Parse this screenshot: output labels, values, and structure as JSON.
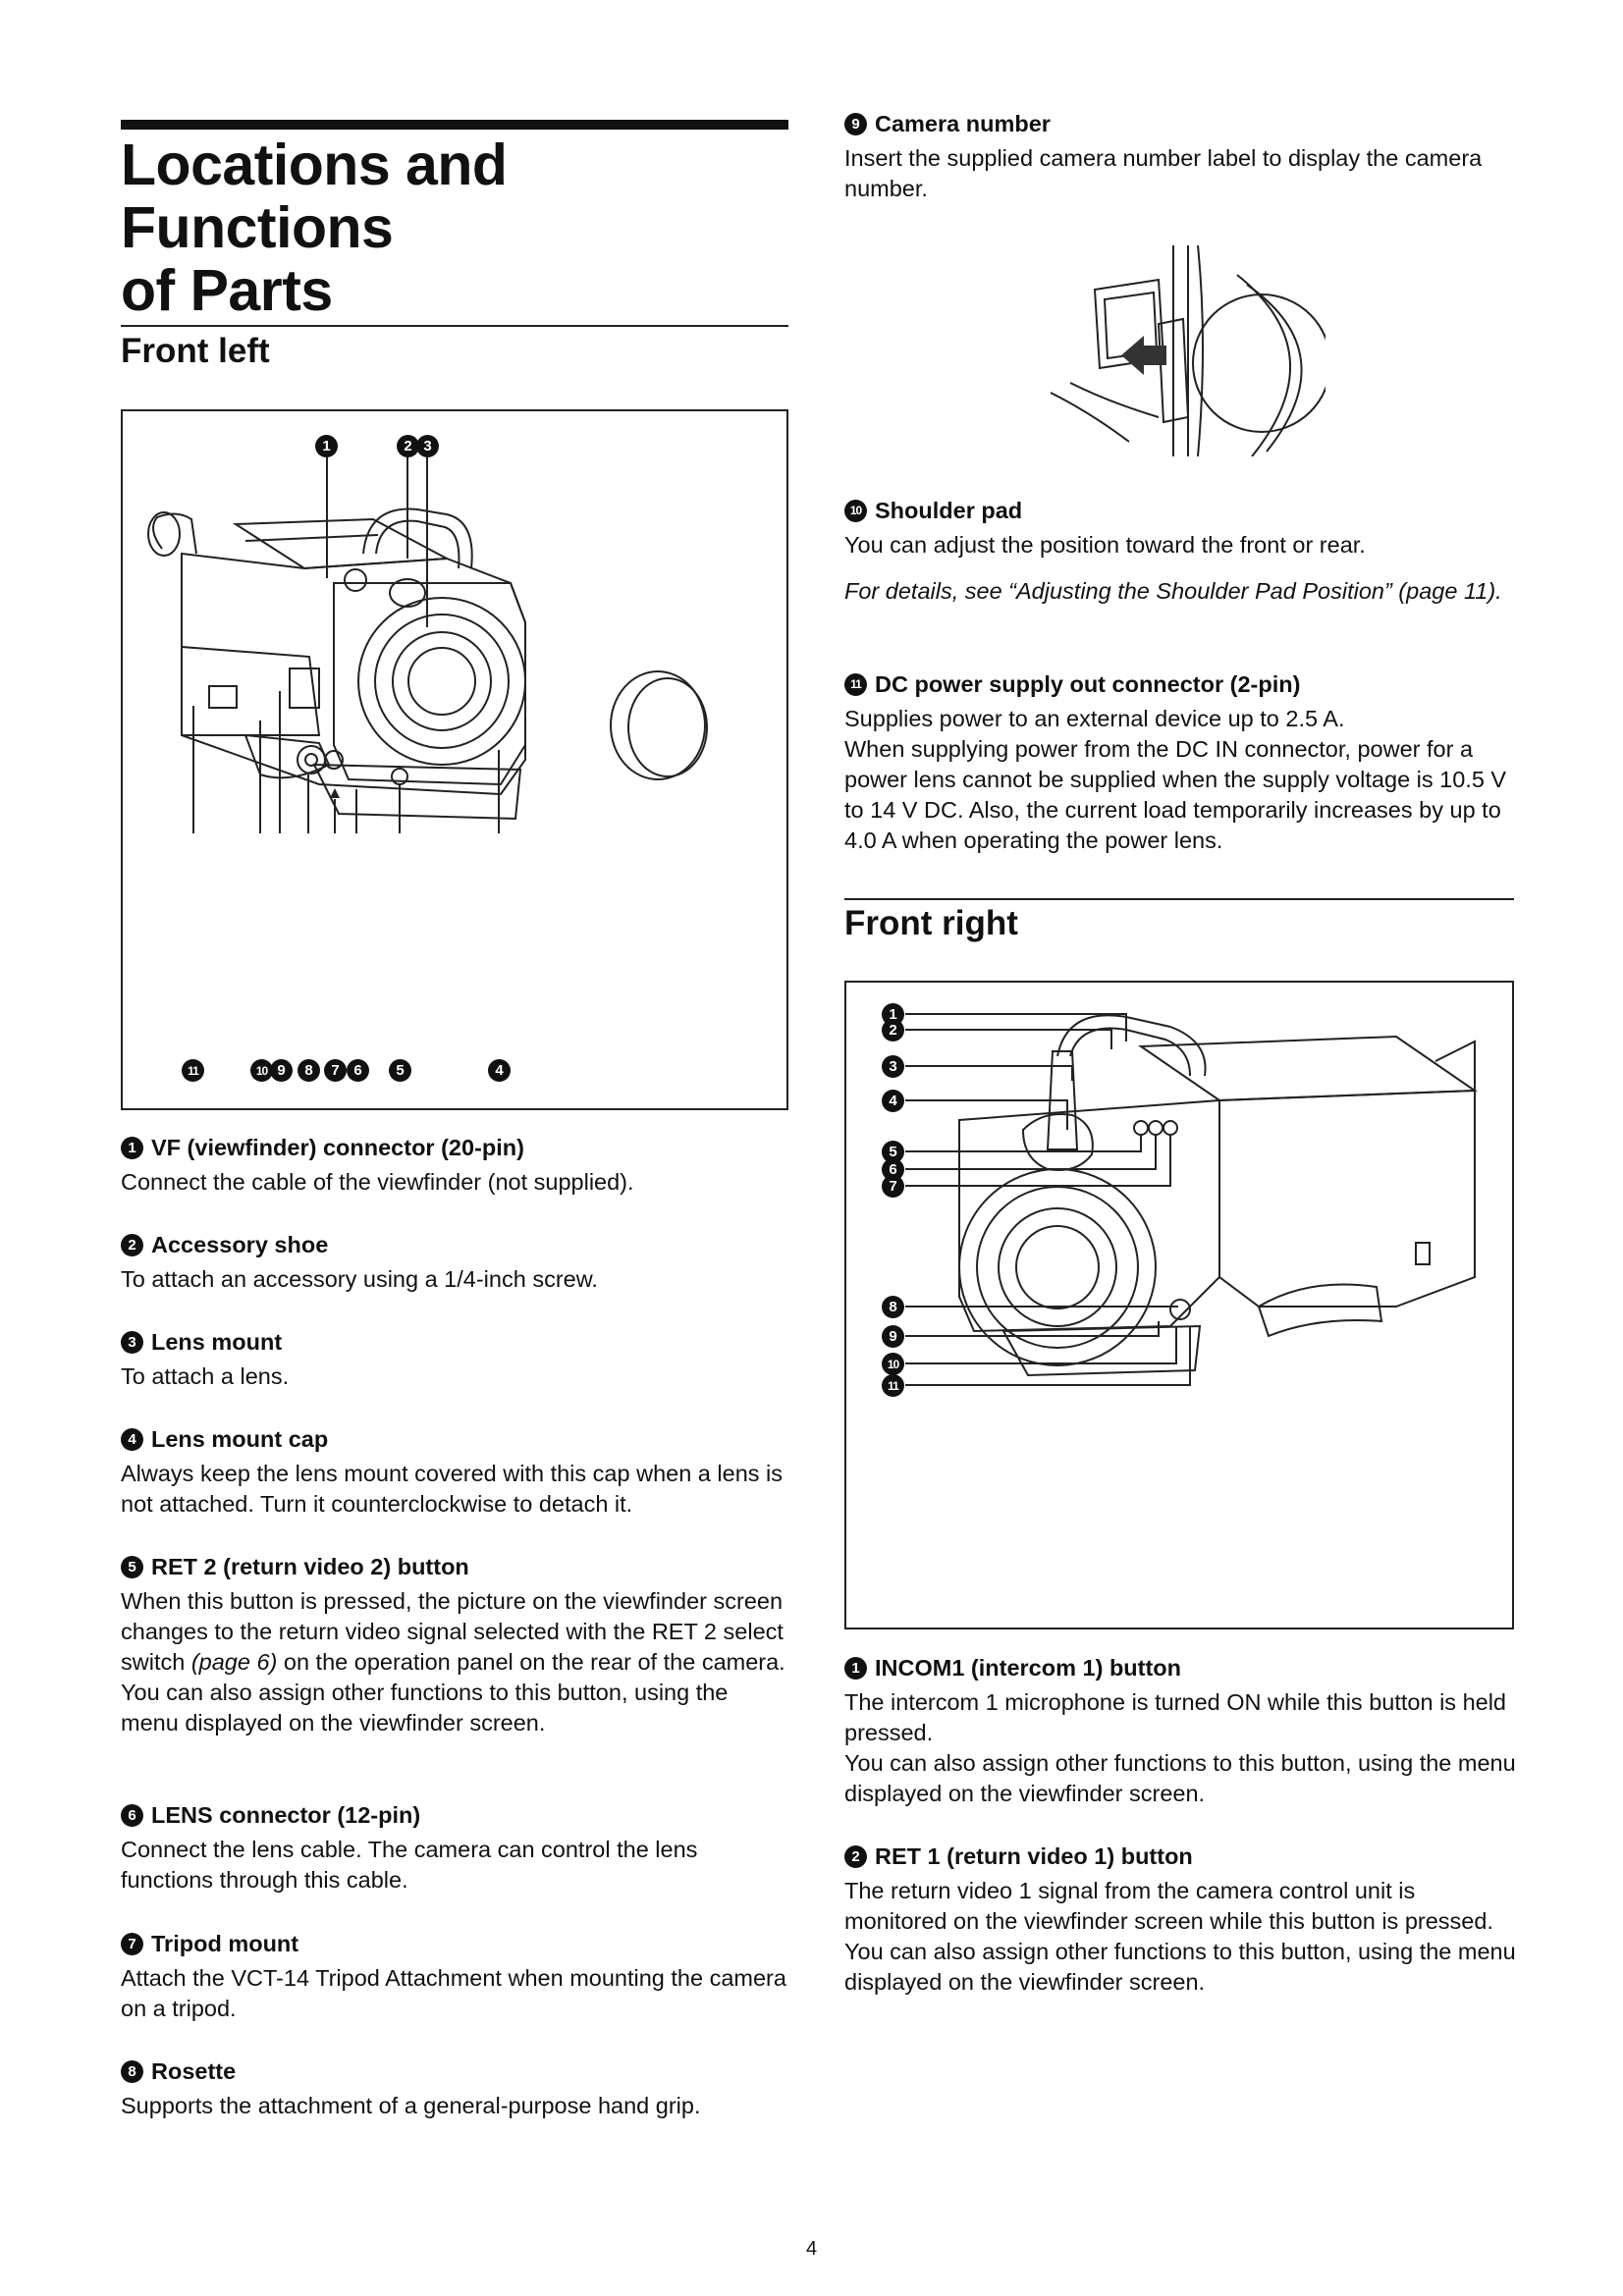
{
  "page": {
    "title_line1": "Locations and Functions",
    "title_line2": "of Parts",
    "page_number": "4"
  },
  "front_left": {
    "heading": "Front left",
    "figure_labels": [
      "1",
      "2",
      "3",
      "11",
      "10",
      "9",
      "8",
      "7",
      "6",
      "5",
      "4"
    ],
    "items": [
      {
        "num": "1",
        "title": "VF (viewfinder) connector (20-pin)",
        "text": "Connect the cable of the viewfinder (not supplied)."
      },
      {
        "num": "2",
        "title": "Accessory shoe",
        "text": "To attach an accessory using a 1/4-inch screw."
      },
      {
        "num": "3",
        "title": "Lens mount",
        "text": "To attach a lens."
      },
      {
        "num": "4",
        "title": "Lens mount cap",
        "text": "Always keep the lens mount covered with this cap when a lens is not attached. Turn it counterclockwise to detach it."
      },
      {
        "num": "5",
        "title": "RET 2 (return video 2) button",
        "text_a": "When this button is pressed, the picture on the viewfinder screen changes to the return video signal selected with the RET 2 select switch ",
        "ref": "(page 6)",
        "text_b": " on the operation panel on the rear of the camera.",
        "text2": "You can also assign other functions to this button, using the menu displayed on the viewfinder screen."
      },
      {
        "num": "6",
        "title": "LENS connector (12-pin)",
        "text": "Connect the lens cable. The camera can control the lens functions through this cable."
      },
      {
        "num": "7",
        "title": "Tripod mount",
        "text": "Attach the VCT-14 Tripod Attachment when mounting the camera on a tripod."
      },
      {
        "num": "8",
        "title": "Rosette",
        "text": "Supports the attachment of a general-purpose hand grip."
      }
    ]
  },
  "right_items": [
    {
      "num": "9",
      "title": "Camera number",
      "text": "Insert the supplied camera number label to display the camera number."
    },
    {
      "num": "10",
      "title": "Shoulder pad",
      "text": "You can adjust the position toward the front or rear.",
      "note": "For details, see “Adjusting the Shoulder Pad Position” (page 11)."
    },
    {
      "num": "11",
      "title": "DC power supply out connector (2-pin)",
      "text": "Supplies power to an external device up to 2.5 A.",
      "text2": "When supplying power from the DC IN connector, power for a power lens cannot be supplied when the supply voltage is 10.5 V to 14 V DC. Also, the current load temporarily increases by up to 4.0 A when operating the power lens."
    }
  ],
  "front_right": {
    "heading": "Front right",
    "figure_labels": [
      "1",
      "2",
      "3",
      "4",
      "5",
      "6",
      "7",
      "8",
      "9",
      "10",
      "11"
    ],
    "items": [
      {
        "num": "1",
        "title": "INCOM1 (intercom 1) button",
        "text": "The intercom 1 microphone is turned ON while this button is held pressed.",
        "text2": "You can also assign other functions to this button, using the menu displayed on the viewfinder screen."
      },
      {
        "num": "2",
        "title": "RET 1 (return video 1) button",
        "text": "The return video 1 signal from the camera control unit is monitored on the viewfinder screen while this button is pressed.",
        "text2": "You can also assign other functions to this button, using the menu displayed on the viewfinder screen."
      }
    ]
  }
}
